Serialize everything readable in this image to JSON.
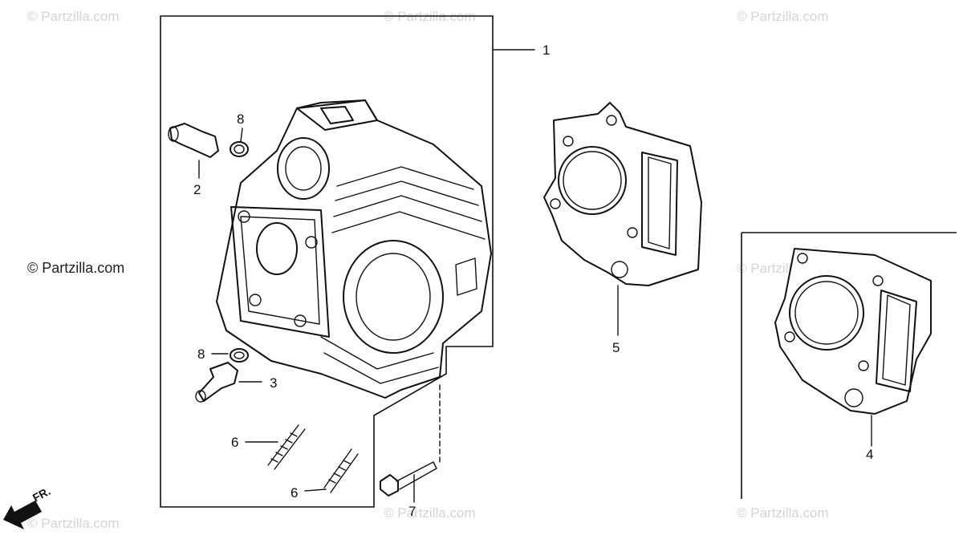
{
  "watermark": "© Partzilla.com",
  "copyright": "© Partzilla.com",
  "front_indicator": "FR.",
  "callouts": {
    "c1": "1",
    "c2": "2",
    "c3": "3",
    "c4": "4",
    "c5": "5",
    "c6a": "6",
    "c6b": "6",
    "c7": "7",
    "c8a": "8",
    "c8b": "8"
  }
}
